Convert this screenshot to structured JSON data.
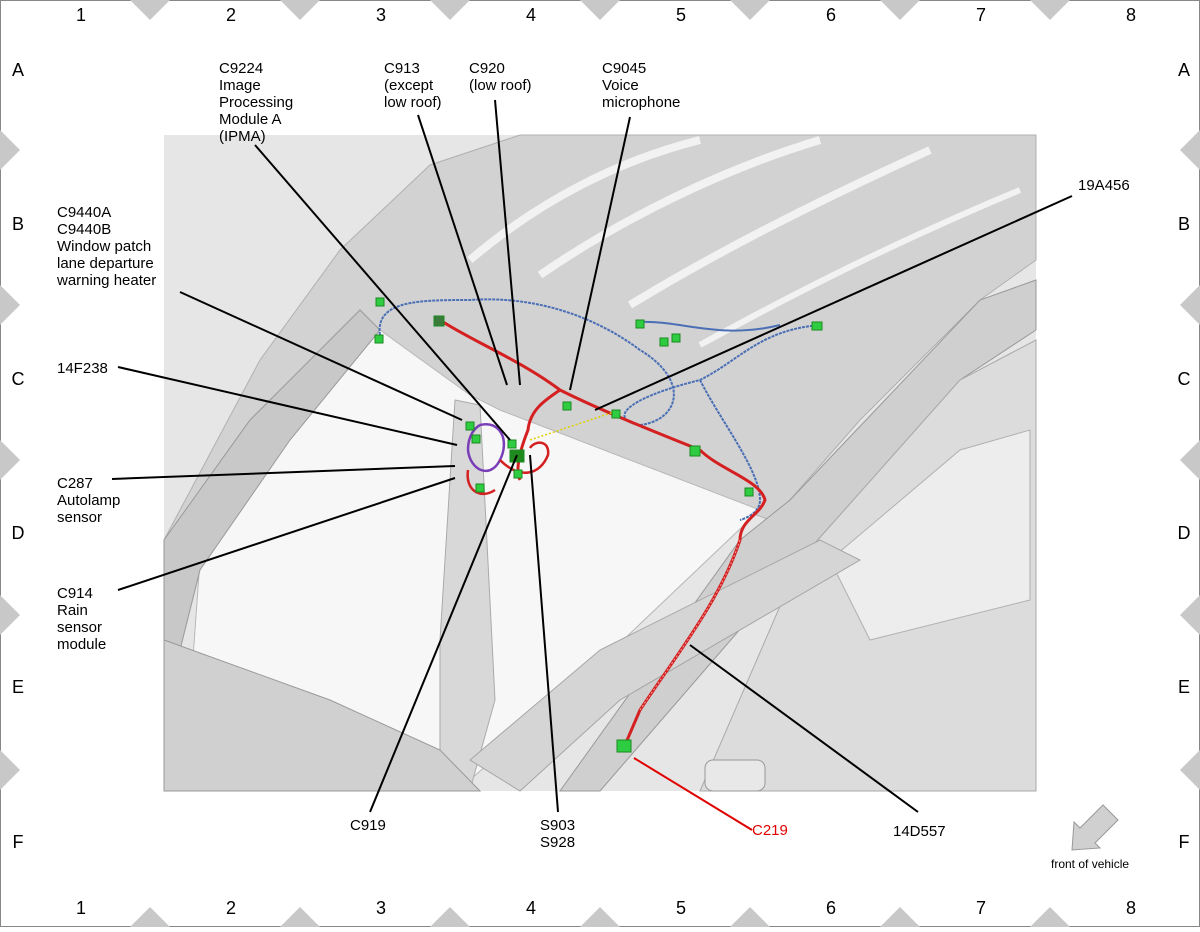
{
  "grid": {
    "columns": [
      "1",
      "2",
      "3",
      "4",
      "5",
      "6",
      "7",
      "8"
    ],
    "rows": [
      "A",
      "B",
      "C",
      "D",
      "E",
      "F"
    ]
  },
  "callouts": {
    "c9224": "C9224\nImage\nProcessing\nModule A\n(IPMA)",
    "c913": "C913\n(except\nlow roof)",
    "c920": "C920\n(low roof)",
    "c9045": "C9045\nVoice\nmicrophone",
    "n19a456": "19A456",
    "c9440": "C9440A\nC9440B\nWindow patch\nlane departure\nwarning heater",
    "n14f238": "14F238",
    "c287": "C287\nAutolamp\nsensor",
    "c914": "C914\nRain\nsensor\nmodule",
    "c919": "C919",
    "s903": "S903\nS928",
    "c219": "C219",
    "n14d557": "14D557"
  },
  "orientation": {
    "front_label": "front of vehicle"
  },
  "colors": {
    "harness_red": "#d42020",
    "harness_blue": "#4a6fb5",
    "harness_purple": "#7a3db8",
    "connector_green": "#2ecc40",
    "callout_red": "#e00000",
    "panel_gray": "#d4d4d4",
    "border_diamond": "#c8c8c8"
  }
}
